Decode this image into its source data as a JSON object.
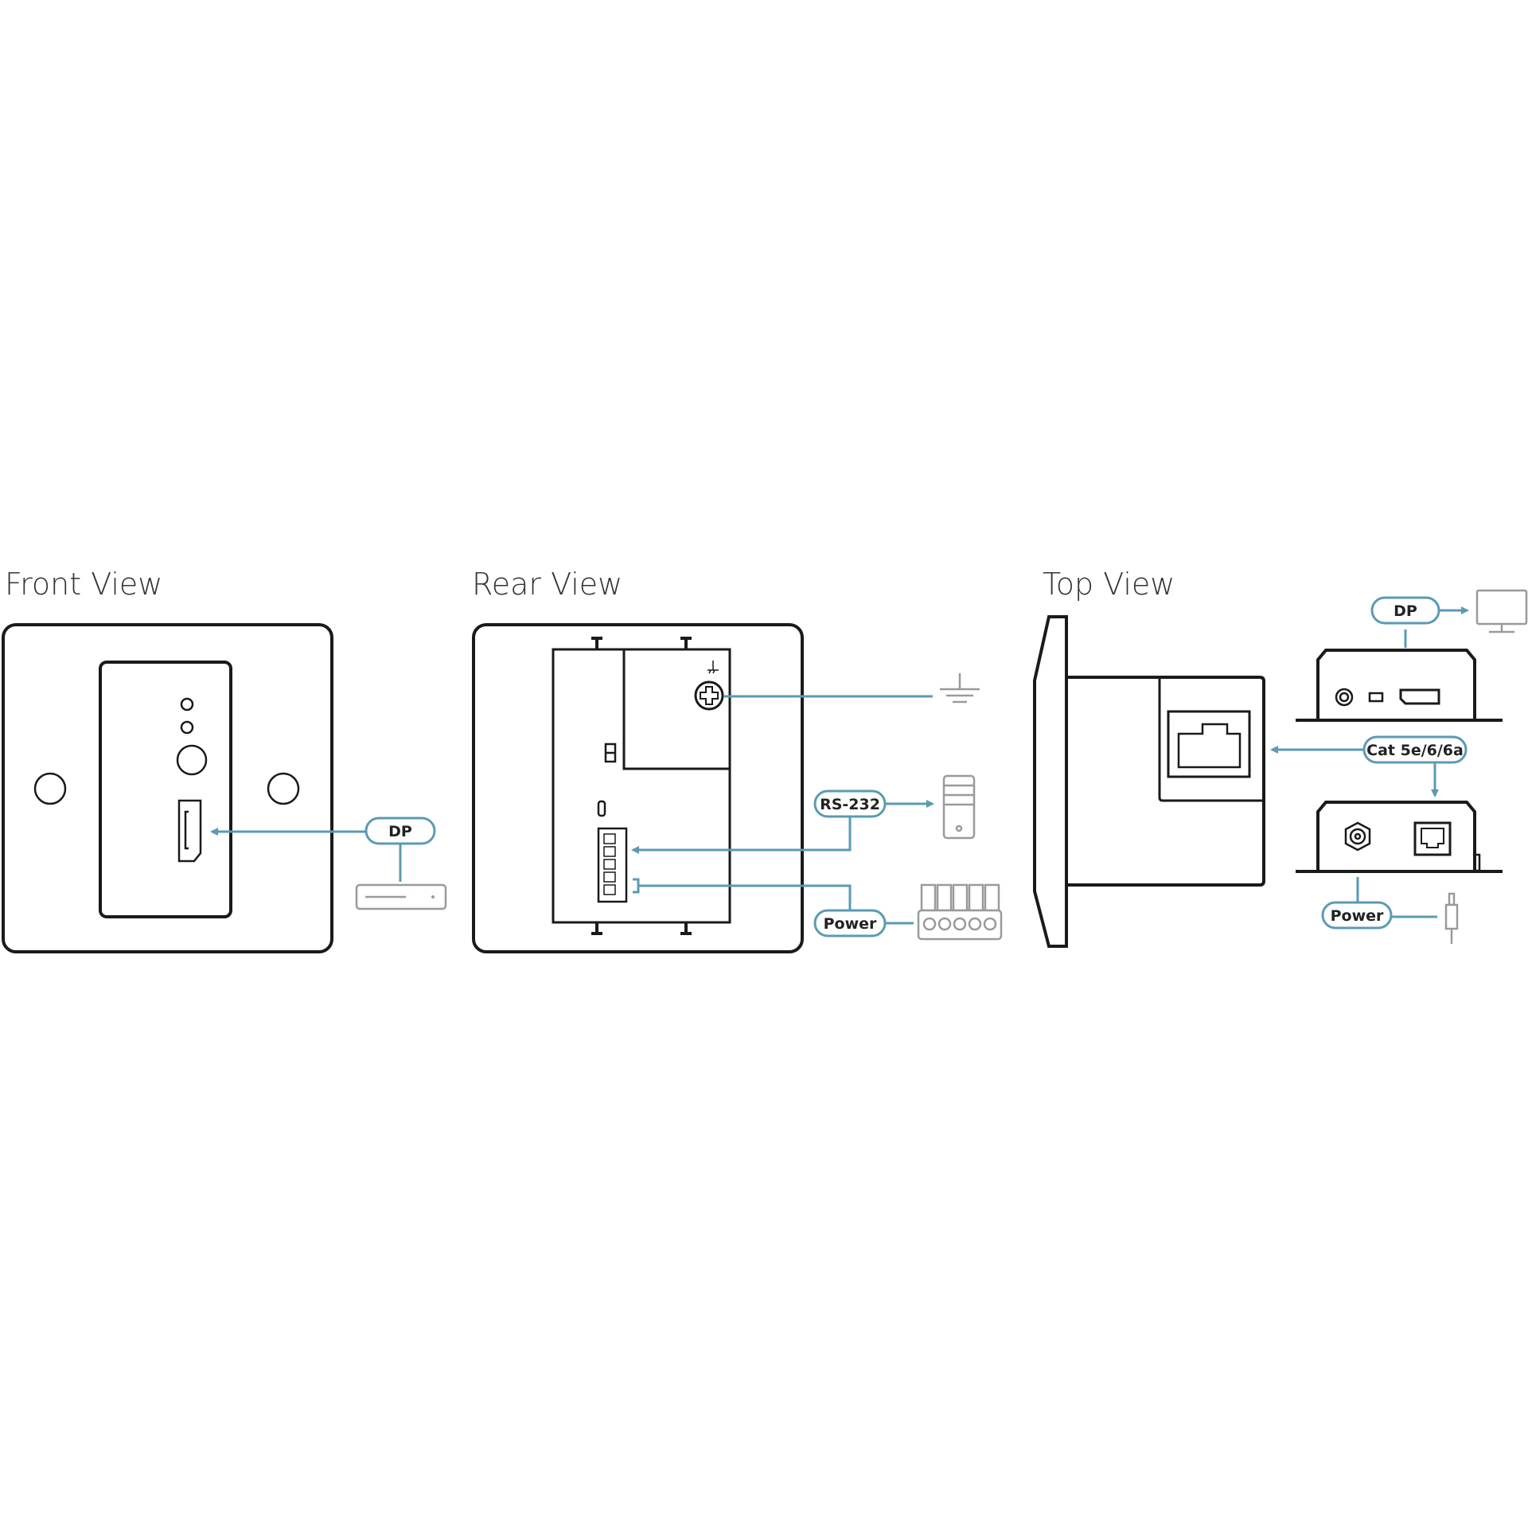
{
  "colors": {
    "accent": "#5b9ab5",
    "outline": "#1a1a1a",
    "peripheral": "#9a9a9a",
    "text": "#333333"
  },
  "views": {
    "front": {
      "title": "Front View",
      "ports": [
        "led-indicator",
        "led-indicator",
        "button",
        "displayport"
      ],
      "connections": [
        {
          "label": "DP",
          "device": "source-device-icon"
        }
      ]
    },
    "rear": {
      "title": "Rear View",
      "connections": [
        {
          "label": "",
          "device": "ground-icon"
        },
        {
          "label": "RS-232",
          "device": "computer-tower-icon"
        },
        {
          "label": "Power",
          "device": "terminal-block-icon"
        }
      ]
    },
    "top": {
      "title": "Top View",
      "connections": [
        {
          "label": "DP",
          "device": "monitor-icon"
        },
        {
          "label": "Cat 5e/6/6a",
          "device": "receiver-unit"
        },
        {
          "label": "Power",
          "device": "dc-plug-icon"
        }
      ]
    }
  }
}
